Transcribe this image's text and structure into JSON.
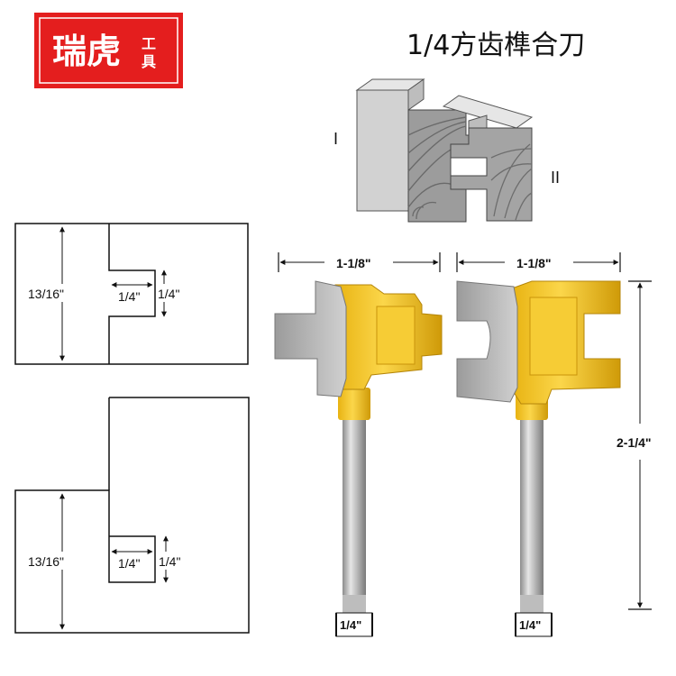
{
  "brand": {
    "name": "瑞虎",
    "sub": "工具",
    "color": "#e41e1e"
  },
  "title": "1/4方齿榫合刀",
  "assembly": {
    "label_left": "I",
    "label_right": "II"
  },
  "profile_top": {
    "depth": "13/16\"",
    "groove_width": "1/4\"",
    "groove_height": "1/4\""
  },
  "profile_bottom": {
    "depth": "13/16\"",
    "tongue_width": "1/4\"",
    "tongue_height": "1/4\""
  },
  "bit_left": {
    "width": "1-1/8\"",
    "shank": "1/4\""
  },
  "bit_right": {
    "width": "1-1/8\"",
    "shank": "1/4\""
  },
  "overall_height": "2-1/4\"",
  "colors": {
    "yellow": "#f2c31a",
    "yellow_dark": "#d39a06",
    "steel": "#9a9a9a",
    "steel_light": "#d4d4d4",
    "wood": "#c8c8c8",
    "wood_dark": "#8e8e8e"
  }
}
